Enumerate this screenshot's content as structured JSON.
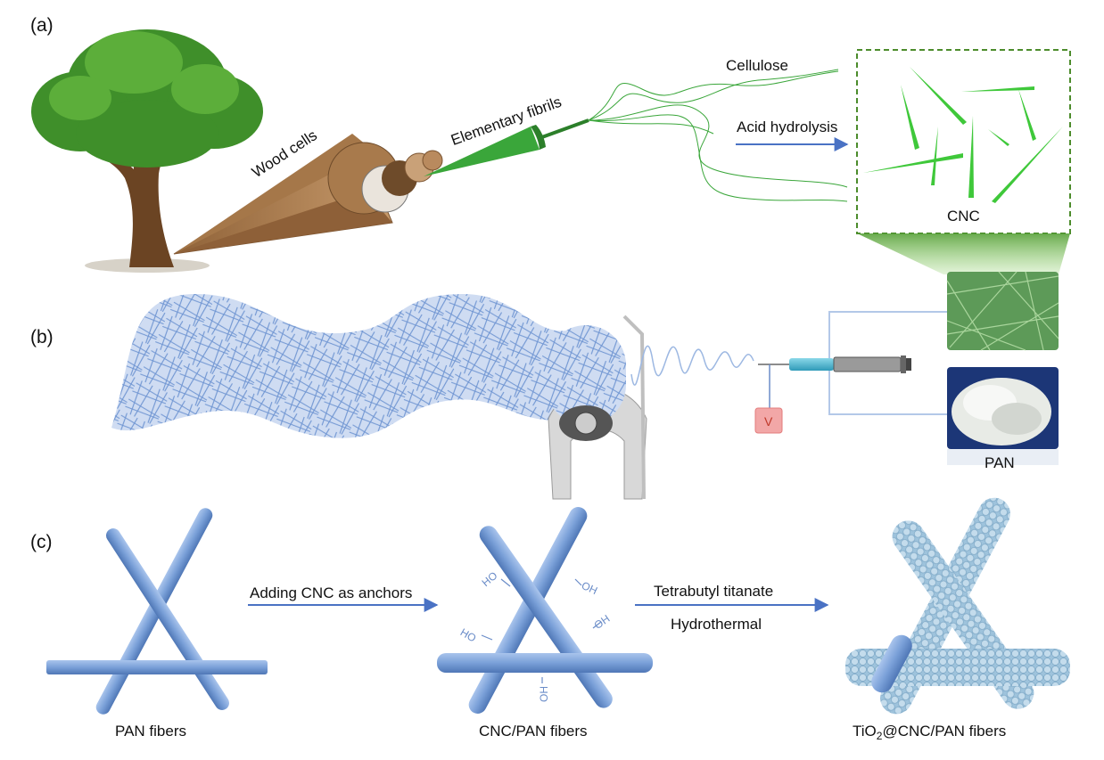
{
  "panels": {
    "a": "(a)",
    "b": "(b)",
    "c": "(c)"
  },
  "panel_a": {
    "wood_cells": "Wood cells",
    "elementary_fibrils": "Elementary fibrils",
    "cellulose": "Cellulose",
    "acid_hydrolysis": "Acid hydrolysis",
    "cnc": "CNC"
  },
  "panel_b": {
    "voltage": "V",
    "pan": "PAN"
  },
  "panel_c": {
    "step1": "Adding CNC as anchors",
    "step2_top": "Tetrabutyl titanate",
    "step2_bottom": "Hydrothermal",
    "hydroxyl": "HO",
    "hydroxyl_r": "OH",
    "pan_fibers": "PAN fibers",
    "cnc_pan_fibers": "CNC/PAN fibers",
    "tio2_prefix": "TiO",
    "tio2_sub": "2",
    "tio2_suffix": "@CNC/PAN fibers"
  },
  "colors": {
    "tree_green": "#3f8f2a",
    "trunk": "#6b4423",
    "wood": "#b98a5e",
    "fibril_green": "#3aa63a",
    "cnc_green": "#3fc83a",
    "frame_green": "#4c8c2c",
    "fiber_blue": "#7fa6dc",
    "arrow_blue": "#4a72c4",
    "tio2_blue": "#a9cbe2"
  }
}
